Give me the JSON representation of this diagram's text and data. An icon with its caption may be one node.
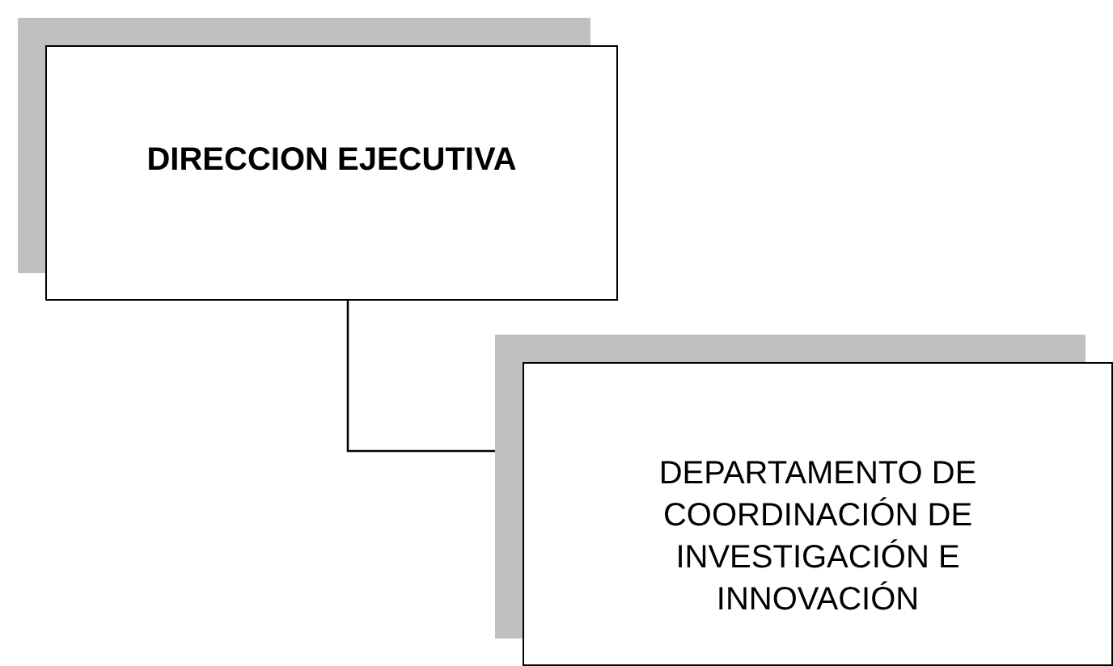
{
  "diagram": {
    "nodes": [
      {
        "text": [
          "DIRECCION EJECUTIVA"
        ]
      },
      {
        "text": [
          "DEPARTAMENTO DE COORDINACIÓN DE INVESTIGACIÓN E INNOVACIÓN"
        ]
      }
    ],
    "edges": [
      {
        "from": 0,
        "to": 1,
        "arrow": "none"
      }
    ]
  }
}
